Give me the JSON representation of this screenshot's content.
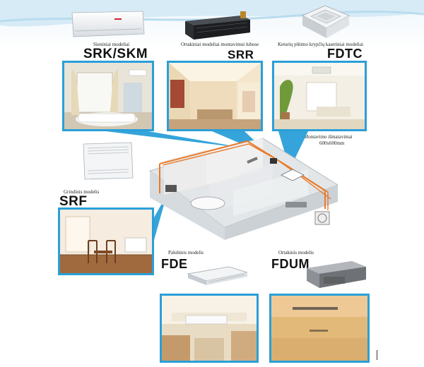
{
  "models": [
    {
      "id": "srk",
      "caption": "Sieniniai modeliai",
      "code": "SRK/SKM"
    },
    {
      "id": "srr",
      "caption": "Ortakiniai modeliai montavimui lubose",
      "code": "SRR"
    },
    {
      "id": "fdtc",
      "caption": "Keturių pūtimo krypčių kasetiniai modeliai",
      "code": "FDTC"
    },
    {
      "id": "srf",
      "caption": "Grindinis modelis",
      "code": "SRF"
    },
    {
      "id": "fde",
      "caption": "Palubinis modelis",
      "code": "FDE"
    },
    {
      "id": "fdum",
      "caption": "Ortakinis modelis",
      "code": "FDUM"
    }
  ],
  "note": {
    "line1": "Montavimo išmatavimai",
    "line2": "600x600mm"
  },
  "colors": {
    "frame": "#2a9fd8",
    "pipe": "#e87a2a"
  }
}
